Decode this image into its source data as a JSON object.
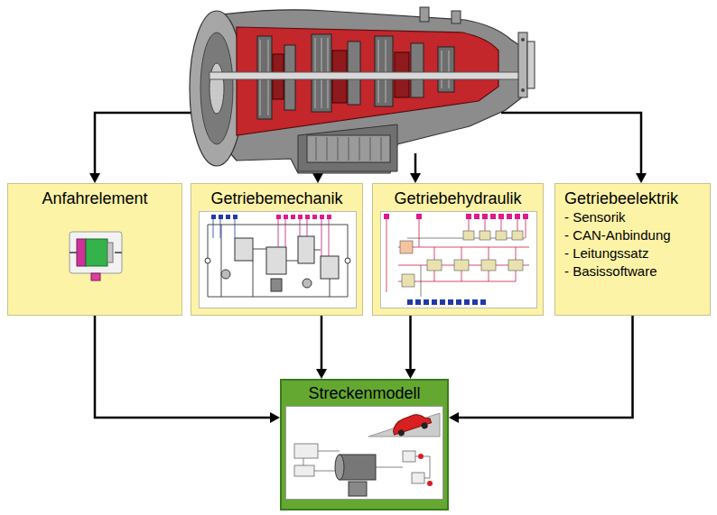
{
  "diagram": {
    "nodes": [
      {
        "text": [
          "Anfahrelement"
        ]
      },
      {
        "text": [
          "Getriebemechanik"
        ]
      },
      {
        "text": [
          "Getriebehydraulik"
        ]
      },
      {
        "text": [
          "Getriebeelektrik",
          "- Sensorik",
          "- CAN-Anbindung",
          "- Leitungssatz",
          "- Basissoftware"
        ]
      },
      {
        "text": [
          "Streckenmodell"
        ]
      }
    ],
    "edges": [
      {
        "from": 0,
        "to": 4,
        "arrow": "to"
      },
      {
        "from": 1,
        "to": 4,
        "arrow": "to"
      },
      {
        "from": 2,
        "to": 4,
        "arrow": "to"
      },
      {
        "from": 3,
        "to": 4,
        "arrow": "to"
      }
    ]
  }
}
